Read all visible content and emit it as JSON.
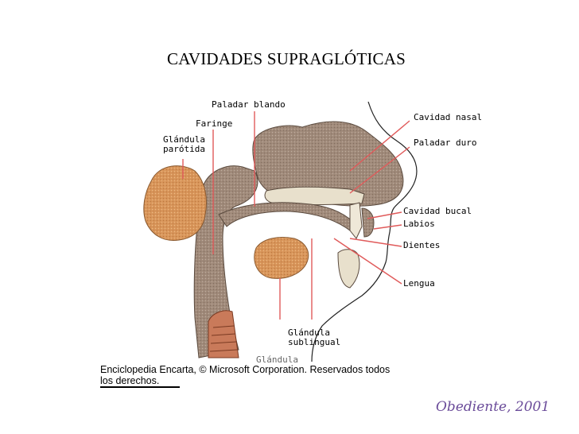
{
  "title": "CAVIDADES SUPRAGLÓTICAS",
  "labels": {
    "paladar_blando": "Paladar blando",
    "faringe": "Faringe",
    "glandula_parotida": "Glándula\nparótida",
    "cavidad_nasal": "Cavidad nasal",
    "paladar_duro": "Paladar duro",
    "cavidad_bucal": "Cavidad bucal",
    "labios": "Labios",
    "dientes": "Dientes",
    "lengua": "Lengua",
    "glandula_sublingual": "Glándula\nsublingual",
    "glandula_submaxilar_partial": "Glándula"
  },
  "credit": {
    "line1": "Enciclopedia Encarta, © Microsoft Corporation. Reservados todos",
    "line2": "los derechos."
  },
  "footer": "Obediente, 2001",
  "colors": {
    "leader_line": "#e05a5a",
    "tissue_brown": "#a08a7a",
    "gland_orange": "#d8955a",
    "footer_text": "#6b4c9a"
  }
}
